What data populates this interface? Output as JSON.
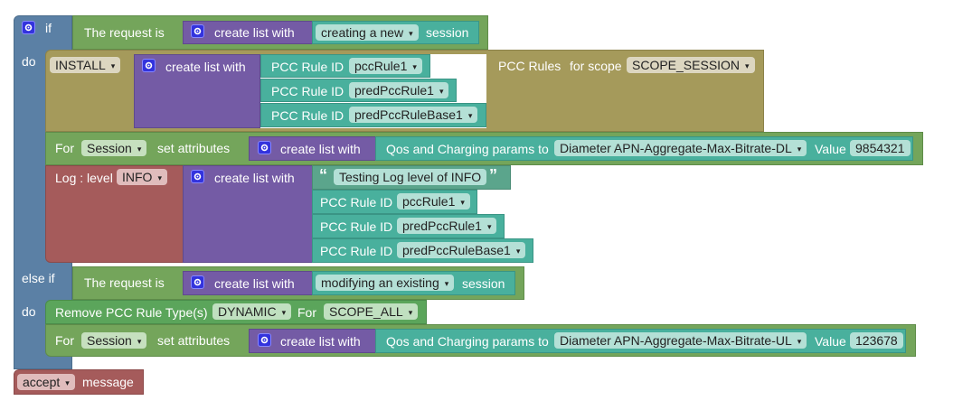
{
  "if_block": {
    "if_label": "if",
    "do_label": "do",
    "else_if_label": "else if",
    "do2_label": "do",
    "icon": "gear-icon"
  },
  "condition1": {
    "label": "The request is",
    "list_label": "create list with",
    "session_dropdown": "creating a new",
    "session_suffix": "session"
  },
  "install_block": {
    "action_dropdown": "INSTALL",
    "list_label": "create list with",
    "rules": [
      {
        "label": "PCC Rule ID",
        "value": "pccRule1"
      },
      {
        "label": "PCC Rule ID",
        "value": "predPccRule1"
      },
      {
        "label": "PCC Rule ID",
        "value": "predPccRuleBase1"
      }
    ],
    "rules_label": "PCC Rules",
    "scope_label": "for scope",
    "scope_dropdown": "SCOPE_SESSION"
  },
  "set_attrs1": {
    "for_label": "For",
    "target_dropdown": "Session",
    "set_label": "set attributes",
    "list_label": "create list with",
    "qos_label": "Qos and Charging params to",
    "param_dropdown": "Diameter APN-Aggregate-Max-Bitrate-DL",
    "value_label": "Value",
    "value": "9854321"
  },
  "log_block": {
    "label": "Log : level",
    "level_dropdown": "INFO",
    "list_label": "create list with",
    "open_quote": "“",
    "text": "Testing Log level of INFO",
    "close_quote": "”",
    "rules": [
      {
        "label": "PCC Rule ID",
        "value": "pccRule1"
      },
      {
        "label": "PCC Rule ID",
        "value": "predPccRule1"
      },
      {
        "label": "PCC Rule ID",
        "value": "predPccRuleBase1"
      }
    ]
  },
  "condition2": {
    "label": "The request is",
    "list_label": "create list with",
    "session_dropdown": "modifying an existing",
    "session_suffix": "session"
  },
  "remove_block": {
    "label": "Remove PCC Rule Type(s)",
    "type_dropdown": "DYNAMIC",
    "for_label": "For",
    "scope_dropdown": "SCOPE_ALL"
  },
  "set_attrs2": {
    "for_label": "For",
    "target_dropdown": "Session",
    "set_label": "set attributes",
    "list_label": "create list with",
    "qos_label": "Qos and Charging params to",
    "param_dropdown": "Diameter APN-Aggregate-Max-Bitrate-UL",
    "value_label": "Value",
    "value": "123678"
  },
  "message_block": {
    "action_dropdown": "accept",
    "label": "message"
  },
  "dropdown_arrow": "▾"
}
